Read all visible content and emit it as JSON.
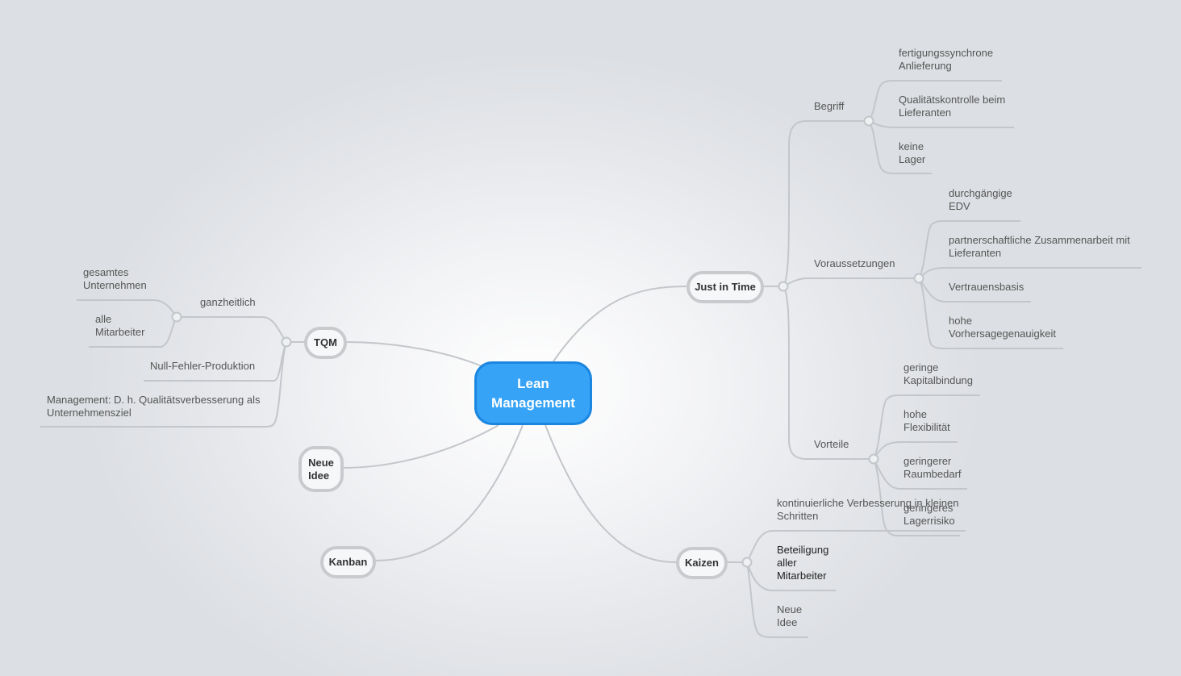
{
  "central": {
    "label": "Lean\nManagement"
  },
  "topics": {
    "jit": {
      "label": "Just in Time"
    },
    "tqm": {
      "label": "TQM"
    },
    "neue_idee": {
      "label": "Neue\nIdee"
    },
    "kanban": {
      "label": "Kanban"
    },
    "kaizen": {
      "label": "Kaizen"
    }
  },
  "jit": {
    "begriff": {
      "label": "Begriff",
      "items": [
        "fertigungssynchrone\nAnlieferung",
        "Qualitätskontrolle beim\nLieferanten",
        "keine\nLager"
      ]
    },
    "voraussetzungen": {
      "label": "Voraussetzungen",
      "items": [
        "durchgängige\nEDV",
        "partnerschaftliche Zusammenarbeit mit\nLieferanten",
        "Vertrauensbasis",
        "hohe\nVorhersagegenauigkeit"
      ]
    },
    "vorteile": {
      "label": "Vorteile",
      "items": [
        "geringe\nKapitalbindung",
        "hohe\nFlexibilität",
        "geringerer\nRaumbedarf",
        "geringeres\nLagerrisiko"
      ]
    }
  },
  "tqm": {
    "ganzheitlich": {
      "label": "ganzheitlich",
      "items": [
        "gesamtes\nUnternehmen",
        "alle\nMitarbeiter"
      ]
    },
    "null_fehler": "Null-Fehler-Produktion",
    "management": "Management: D. h. Qualitätsverbesserung als\nUnternehmensziel"
  },
  "kaizen": {
    "items": [
      "kontinuierliche Verbesserung in kleinen\nSchritten",
      "Beteiligung\naller\nMitarbeiter",
      "Neue\nIdee"
    ]
  },
  "colors": {
    "central_fill": "#36a3f7",
    "central_border": "#1a86e0",
    "connector": "#c3c6ca",
    "topic_border": "#c8cacd"
  }
}
